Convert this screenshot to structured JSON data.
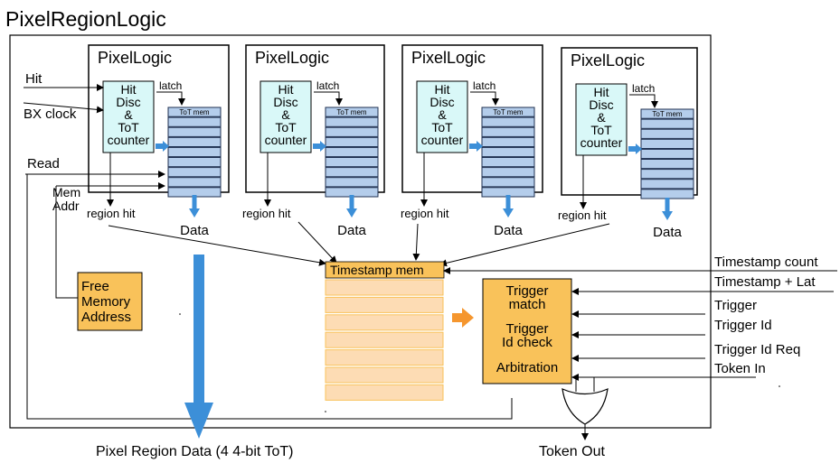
{
  "title": "PixelRegionLogic",
  "pixel_blocks": [
    {
      "label": "PixelLogic",
      "hit_lines": [
        "Hit",
        "Disc",
        "&",
        "ToT",
        "counter"
      ],
      "latch": "latch",
      "mem_label": "ToT mem",
      "region_hit": "region hit",
      "data": "Data"
    },
    {
      "label": "PixelLogic",
      "hit_lines": [
        "Hit",
        "Disc",
        "&",
        "ToT",
        "counter"
      ],
      "latch": "latch",
      "mem_label": "ToT mem",
      "region_hit": "region hit",
      "data": "Data"
    },
    {
      "label": "PixelLogic",
      "hit_lines": [
        "Hit",
        "Disc",
        "&",
        "ToT",
        "counter"
      ],
      "latch": "latch",
      "mem_label": "ToT mem",
      "region_hit": "region hit",
      "data": "Data"
    },
    {
      "label": "PixelLogic",
      "hit_lines": [
        "Hit",
        "Disc",
        "&",
        "ToT",
        "counter"
      ],
      "latch": "latch",
      "mem_label": "ToT mem",
      "region_hit": "region hit",
      "data": "Data"
    }
  ],
  "left_inputs": {
    "hit": "Hit",
    "bx_clock": "BX clock",
    "read": "Read",
    "mem": "Mem",
    "addr": "Addr"
  },
  "free_memory": [
    "Free",
    "Memory",
    "Address"
  ],
  "timestamp_mem": "Timestamp mem",
  "trigger_block": {
    "match": [
      "Trigger",
      "match"
    ],
    "id_check": [
      "Trigger",
      "Id check"
    ],
    "arbitration": "Arbitration"
  },
  "right_inputs": [
    "Timestamp count",
    "Timestamp + Lat",
    "Trigger",
    "Trigger Id",
    "Trigger Id Req",
    "Token In"
  ],
  "bottom": {
    "pixel_region_data": "Pixel Region Data (4 4-bit ToT)",
    "token_out": "Token Out"
  },
  "colors": {
    "hit_box": "#d9f8f8",
    "mem_cell": "#b4cdeb",
    "mem_border": "#1f3050",
    "orange": "#f9c25a",
    "ts_cell": "#fddcb4",
    "blue_arrow": "#3c8fd8",
    "orange_arrow": "#f5962e"
  }
}
